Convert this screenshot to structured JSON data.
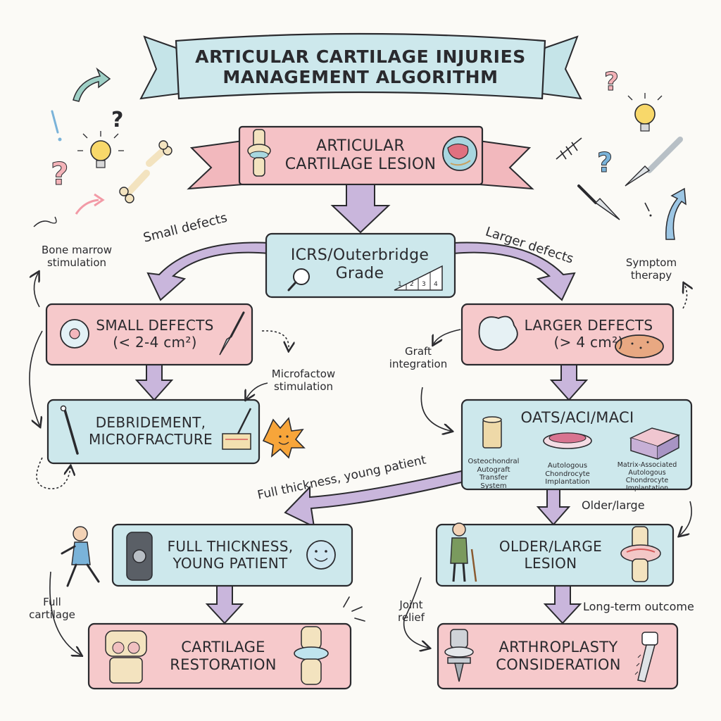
{
  "title": {
    "line1": "ARTICULAR CARTILAGE INJURIES",
    "line2": "MANAGEMENT ALGORITHM"
  },
  "nodes": {
    "lesion": {
      "line1": "ARTICULAR",
      "line2": "CARTILAGE LESION"
    },
    "grade": {
      "line1": "ICRS/Outerbridge",
      "line2": "Grade",
      "scale": [
        "1",
        "2",
        "3",
        "4"
      ]
    },
    "small": {
      "line1": "SMALL DEFECTS",
      "line2": "(< 2-4 cm²)"
    },
    "larger": {
      "line1": "LARGER DEFECTS",
      "line2": "(> 4 cm²)"
    },
    "debridement": {
      "line1": "DEBRIDEMENT,",
      "line2": "MICROFRACTURE"
    },
    "oats": {
      "title": "OATS/ACI/MACI",
      "items": [
        {
          "line1": "Osteochondral",
          "line2": "Autograft",
          "line3": "Transfer System"
        },
        {
          "line1": "Autologous",
          "line2": "Chondrocyte Implantation"
        },
        {
          "line1": "Matrix-Associated Autologous",
          "line2": "Chondrocyte Implantation"
        }
      ]
    },
    "young": {
      "line1": "FULL THICKNESS,",
      "line2": "YOUNG PATIENT"
    },
    "older": {
      "line1": "OLDER/LARGE",
      "line2": "LESION"
    },
    "restoration": {
      "line1": "CARTILAGE",
      "line2": "RESTORATION"
    },
    "arthroplasty": {
      "line1": "ARTHROPLASTY",
      "line2": "CONSIDERATION"
    }
  },
  "labels": {
    "small_defects": "Small defects",
    "larger_defects": "Larger defects",
    "bone_marrow": {
      "line1": "Bone marrow",
      "line2": "stimulation"
    },
    "symptom": {
      "line1": "Symptom",
      "line2": "therapy"
    },
    "graft": {
      "line1": "Graft",
      "line2": "integration"
    },
    "microfactow": {
      "line1": "Microfactow",
      "line2": "stimulation"
    },
    "full_young": "Full thickness, young patient",
    "older_large": "Older/large",
    "full_cartilage": {
      "line1": "Full",
      "line2": "cartilage"
    },
    "joint_relief": {
      "line1": "Joint",
      "line2": "relief"
    },
    "long_term": "Long-term outcome"
  },
  "colors": {
    "blue_fill": "#cde8ec",
    "pink_fill": "#f6c9cb",
    "pink_ribbon": "#f5c2c6",
    "arrow_fill": "#c9b6dc",
    "ink": "#2a2a2e"
  },
  "icons": [
    "knee-joint-icon",
    "lesion-closeup-icon",
    "magnifier-icon",
    "cell-icon",
    "scalpel-icon",
    "blob-icon",
    "graft-plug-icon",
    "curette-icon",
    "needle-icon",
    "burst-icon",
    "runner-icon",
    "knee-brace-icon",
    "smiley-icon",
    "elderly-man-icon",
    "arthritic-knee-icon",
    "knee-implant-icon",
    "bone-saw-icon",
    "lightbulb-icon",
    "question-mark-icon",
    "bone-icon"
  ]
}
